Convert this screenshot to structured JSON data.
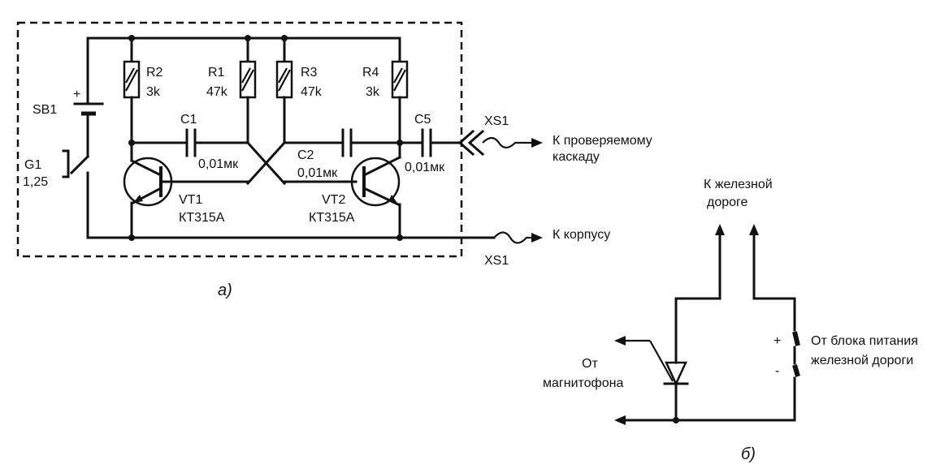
{
  "figure_a": {
    "caption": "а)",
    "battery": {
      "ref": "SB1",
      "plus": "+"
    },
    "cell": {
      "ref": "G1",
      "value": "1,25"
    },
    "resistors": [
      {
        "ref": "R2",
        "value": "3k"
      },
      {
        "ref": "R1",
        "value": "47k"
      },
      {
        "ref": "R3",
        "value": "47k"
      },
      {
        "ref": "R4",
        "value": "3k"
      }
    ],
    "capacitors": [
      {
        "ref": "C1",
        "value": "0,01мк"
      },
      {
        "ref": "C2",
        "value": "0,01мк"
      },
      {
        "ref": "C5",
        "value": "0,01мк"
      }
    ],
    "transistors": [
      {
        "ref": "VT1",
        "type": "КТ315А"
      },
      {
        "ref": "VT2",
        "type": "КТ315А"
      }
    ],
    "connector_top": "XS1",
    "connector_bottom": "XS1",
    "output_top_line1": "К проверяемому",
    "output_top_line2": "каскаду",
    "output_bottom": "К корпусу"
  },
  "figure_b": {
    "caption": "б)",
    "top_label_line1": "К железной",
    "top_label_line2": "дороге",
    "left_label_line1": "От",
    "left_label_line2": "магнитофона",
    "right_label_line1": "От блока питания",
    "right_label_line2": "железной дороги",
    "plus": "+",
    "minus": "-"
  }
}
